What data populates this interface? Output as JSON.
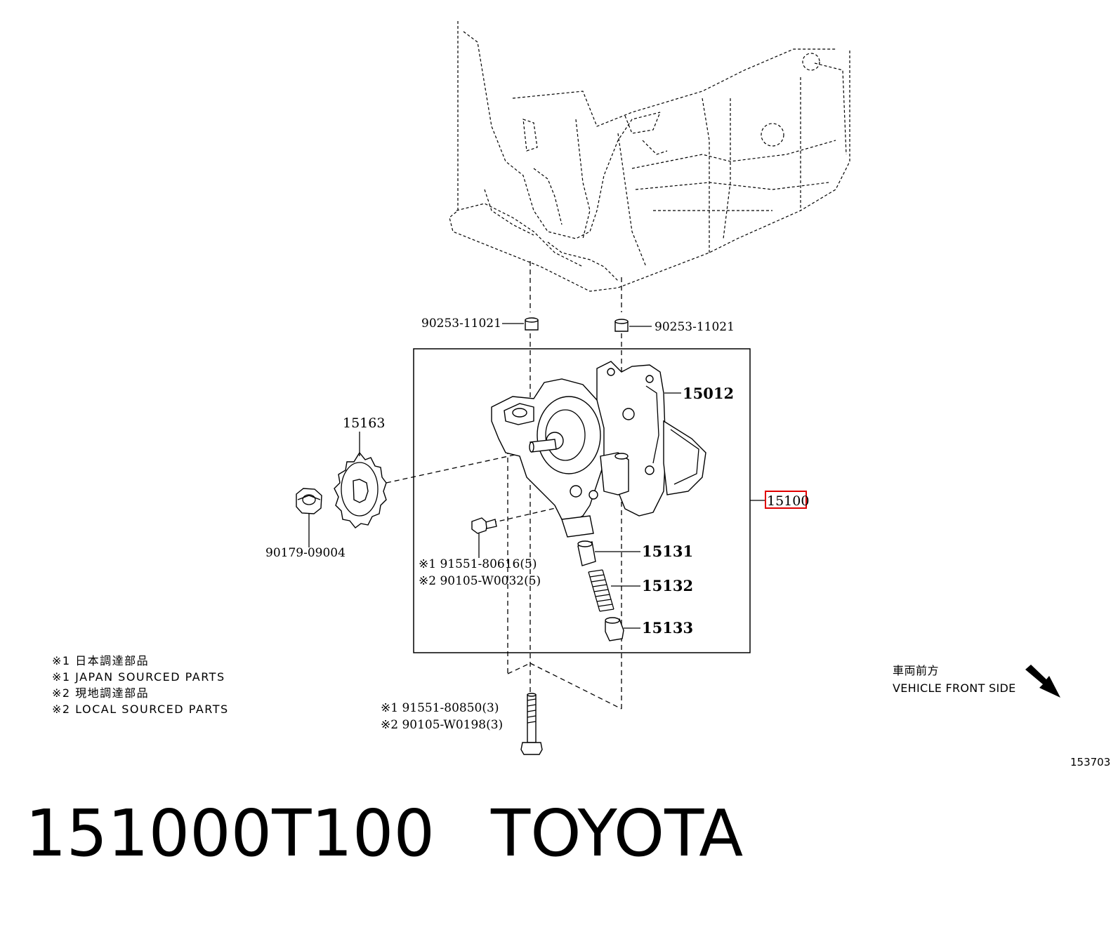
{
  "callouts": {
    "dowel_left": "90253-11021",
    "dowel_right": "90253-11021",
    "housing": "15012",
    "sprocket": "15163",
    "pump_assy": "15100",
    "nut": "90179-09004",
    "bolt_small_1": "※1 91551-80616(5)",
    "bolt_small_2": "※2 90105-W0032(5)",
    "relief_valve": "15131",
    "spring": "15132",
    "plug": "15133",
    "bolt_long_1": "※1 91551-80850(3)",
    "bolt_long_2": "※2 90105-W0198(3)"
  },
  "notes": {
    "line1": "※1 日本調達部品",
    "line2": "※1 JAPAN SOURCED PARTS",
    "line3": "※2 現地調達部品",
    "line4": "※2 LOCAL SOURCED PARTS"
  },
  "direction": {
    "label_jp": "車両前方",
    "label_en": "VEHICLE FRONT SIDE"
  },
  "diagram_id": "153703",
  "title": {
    "part_number": "151000T100",
    "brand": "TOYOTA"
  },
  "colors": {
    "highlight": "#e00000",
    "line": "#000000"
  }
}
